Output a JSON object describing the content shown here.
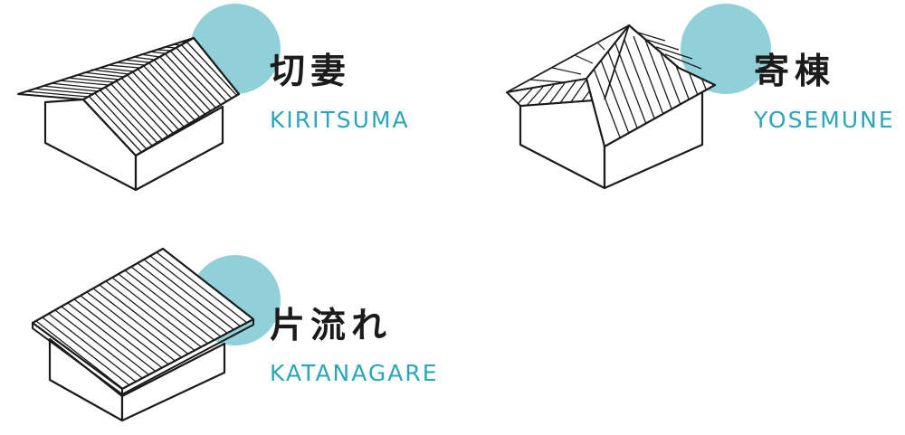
{
  "accent_color": "#8fd0d9",
  "label_color": "#2ba6b8",
  "ink_color": "#1b1b1b",
  "roofs": [
    {
      "name_jp": "切妻",
      "name_en": "KIRITSUMA",
      "roof_type": "gable",
      "icon": "gable-roof-house-icon"
    },
    {
      "name_jp": "寄棟",
      "name_en": "YOSEMUNE",
      "roof_type": "hip",
      "icon": "hip-roof-house-icon"
    },
    {
      "name_jp": "片流れ",
      "name_en": "KATANAGARE",
      "roof_type": "shed",
      "icon": "shed-roof-house-icon"
    }
  ]
}
